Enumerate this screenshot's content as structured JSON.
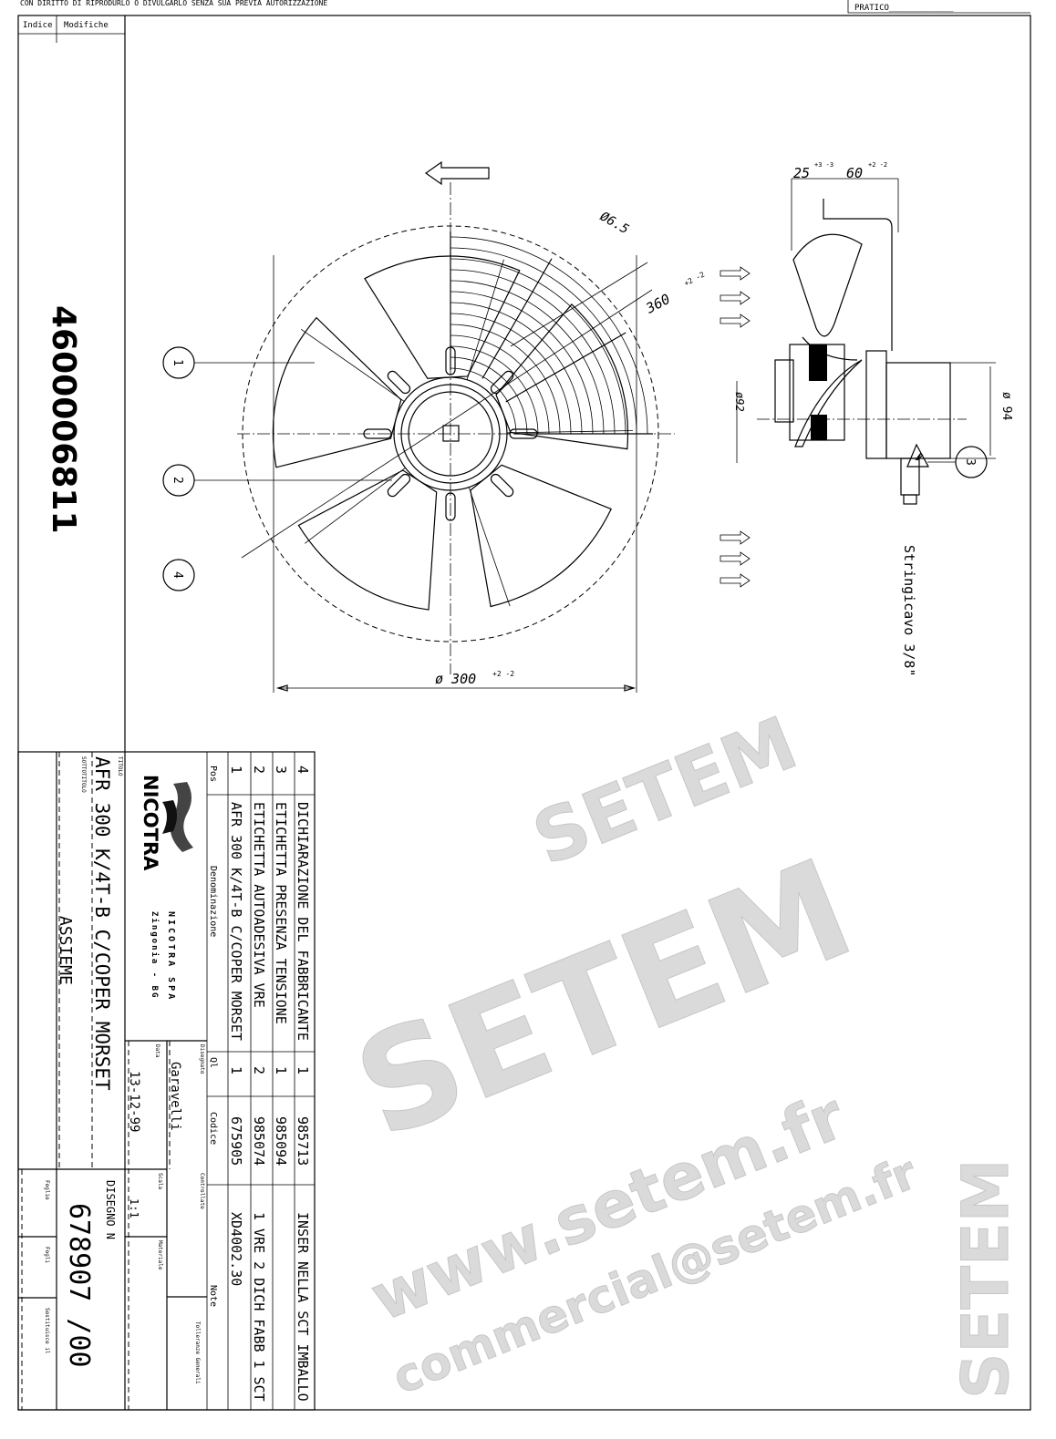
{
  "header": {
    "copyright_notice": "CON DIRITTO DI RIPRODURLO O DIVULGARLO SENZA SUA PREVIA AUTORIZZAZIONE",
    "pratico_label": "PRATICO_____________"
  },
  "revision_table": {
    "index_label": "Indice",
    "changes_label": "Modifiche"
  },
  "part_number": "4600006811",
  "drawing": {
    "balloons": [
      "1",
      "2",
      "3",
      "4"
    ],
    "dim_hole": "Ø6.5",
    "dim_guard": "360",
    "dim_guard_tol": "+2 -2",
    "dim_square": "ø 300",
    "dim_square_tol": "+2 -2",
    "dim_25": "25",
    "dim_25_tol": "+3 -3",
    "dim_60": "60",
    "dim_60_tol": "+2 -2",
    "dim_motor_92": "ø92",
    "dim_motor_94": "ø 94",
    "cable_gland": "Stringicavo 3/8\""
  },
  "parts_list": {
    "headers": {
      "pos": "Pos",
      "name": "Denominazione",
      "qty": "Ql",
      "code": "Codice",
      "notes": "Note"
    },
    "rows": [
      {
        "pos": "4",
        "name": "DICHIARAZIONE DEL FABBRICANTE",
        "qty": "1",
        "code": "985713",
        "notes": "INSER NELLA SCT IMBALLO"
      },
      {
        "pos": "3",
        "name": "ETICHETTA PRESENZA TENSIONE",
        "qty": "1",
        "code": "985094",
        "notes": ""
      },
      {
        "pos": "2",
        "name": "ETICHETTA AUTOADESIVA VRE",
        "qty": "2",
        "code": "985074",
        "notes": "1 VRE 2 DICH FABB 1 SCT"
      },
      {
        "pos": "1",
        "name": "AFR 300 K/4T-B C/COPER MORSET",
        "qty": "1",
        "code": "675905",
        "notes": "XD4002.30"
      }
    ]
  },
  "title_block": {
    "logo_text": "NICOTRA",
    "company": "NICOTRA SPA",
    "location": "Zingonia - BG",
    "title_label": "TITOLO",
    "title": "AFR 300 K/4T-B C/COPER MORSET",
    "subtitle_label": "SOTTOTITOLO",
    "subtitle": "ASSIEME",
    "drawn_label": "Disegnato",
    "drawn_by": "Garavelli",
    "date_label": "Data",
    "date": "13-12-99",
    "checked_label": "Controllato",
    "scale_label": "Scala",
    "scale": "1:1",
    "material_label": "Materiale",
    "tolerances_label": "Tolleranze Generali",
    "drawing_no_label": "DISEGNO N",
    "drawing_no": "678907 /00",
    "sheet_label": "Foglio",
    "sheets_label": "Fogli",
    "replaces_label": "Sostituisce il"
  },
  "watermark": {
    "brand": "SETEM",
    "url": "www.setem.fr",
    "email": "commercial@setem.fr"
  },
  "colors": {
    "ink": "#000000",
    "watermark": "#bdbdbd"
  }
}
